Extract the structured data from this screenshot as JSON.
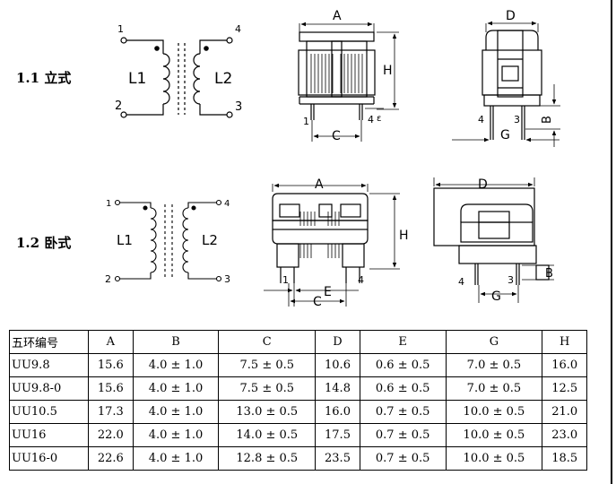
{
  "sections": [
    {
      "label": "1.1 立式"
    },
    {
      "label": "1.2 卧式"
    }
  ],
  "schematic_vertical": {
    "coil1": "L1",
    "coil2": "L2",
    "pins": [
      "1",
      "2",
      "3",
      "4"
    ]
  },
  "schematic_horizontal": {
    "coil1": "L1",
    "coil2": "L2",
    "pins": [
      "1",
      "2",
      "3",
      "4"
    ]
  },
  "dimension_labels": {
    "A": "A",
    "B": "B",
    "C": "C",
    "D": "D",
    "E": "E",
    "G": "G",
    "H": "H"
  },
  "table": {
    "headers": [
      "五环编号",
      "A",
      "B",
      "C",
      "D",
      "E",
      "G",
      "H"
    ],
    "rows": [
      [
        "UU9.8",
        "15.6",
        "4.0 ± 1.0",
        "7.5 ± 0.5",
        "10.6",
        "0.6 ± 0.5",
        "7.0 ± 0.5",
        "16.0"
      ],
      [
        "UU9.8-0",
        "15.6",
        "4.0 ± 1.0",
        "7.5 ± 0.5",
        "14.8",
        "0.6 ± 0.5",
        "7.0 ± 0.5",
        "12.5"
      ],
      [
        "UU10.5",
        "17.3",
        "4.0 ± 1.0",
        "13.0 ± 0.5",
        "16.0",
        "0.7 ± 0.5",
        "10.0 ± 0.5",
        "21.0"
      ],
      [
        "UU16",
        "22.0",
        "4.0 ± 1.0",
        "14.0 ± 0.5",
        "17.5",
        "0.7 ± 0.5",
        "10.0 ± 0.5",
        "23.0"
      ],
      [
        "UU16-0",
        "22.6",
        "4.0 ± 1.0",
        "12.8 ± 0.5",
        "23.5",
        "0.7 ± 0.5",
        "10.0 ± 0.5",
        "18.5"
      ]
    ]
  }
}
